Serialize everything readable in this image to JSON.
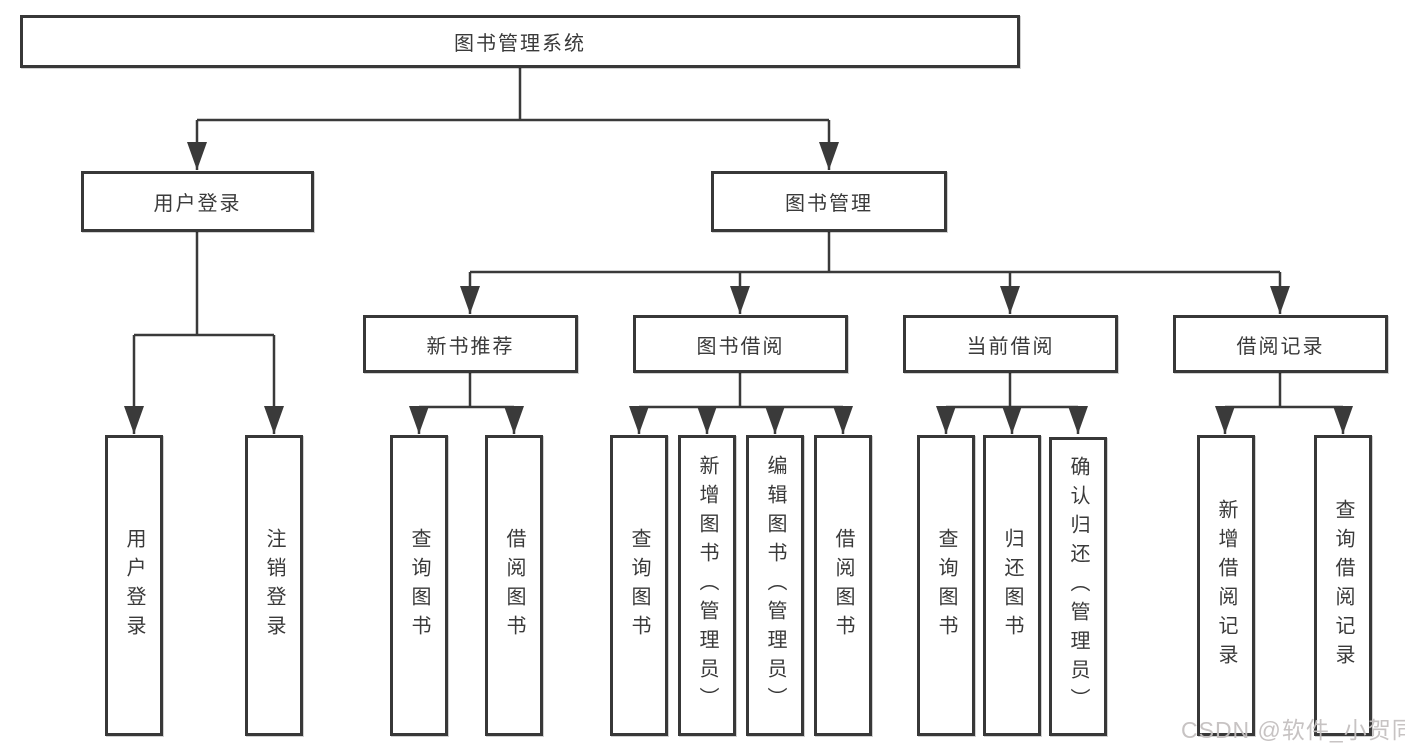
{
  "nodes": {
    "root": "图书管理系统",
    "level2": [
      "用户登录",
      "图书管理"
    ],
    "level3": [
      "新书推荐",
      "图书借阅",
      "当前借阅",
      "借阅记录"
    ],
    "leaves": {
      "user_login": [
        "用户登录",
        "注销登录"
      ],
      "new_book": [
        "查询图书",
        "借阅图书"
      ],
      "book_borrow": [
        "查询图书",
        "新增图书（管理员）",
        "编辑图书（管理员）",
        "借阅图书"
      ],
      "current_borrow": [
        "查询图书",
        "归还图书",
        "确认归还（管理员）"
      ],
      "borrow_records": [
        "新增借阅记录",
        "查询借阅记录"
      ]
    }
  },
  "watermark": "CSDN @软件_小贺同学",
  "colors": {
    "line": "#3a3a3a",
    "border": "#383838",
    "text": "#3a3a3a",
    "watermark": "#c4c0c0",
    "background": "#ffffff"
  }
}
